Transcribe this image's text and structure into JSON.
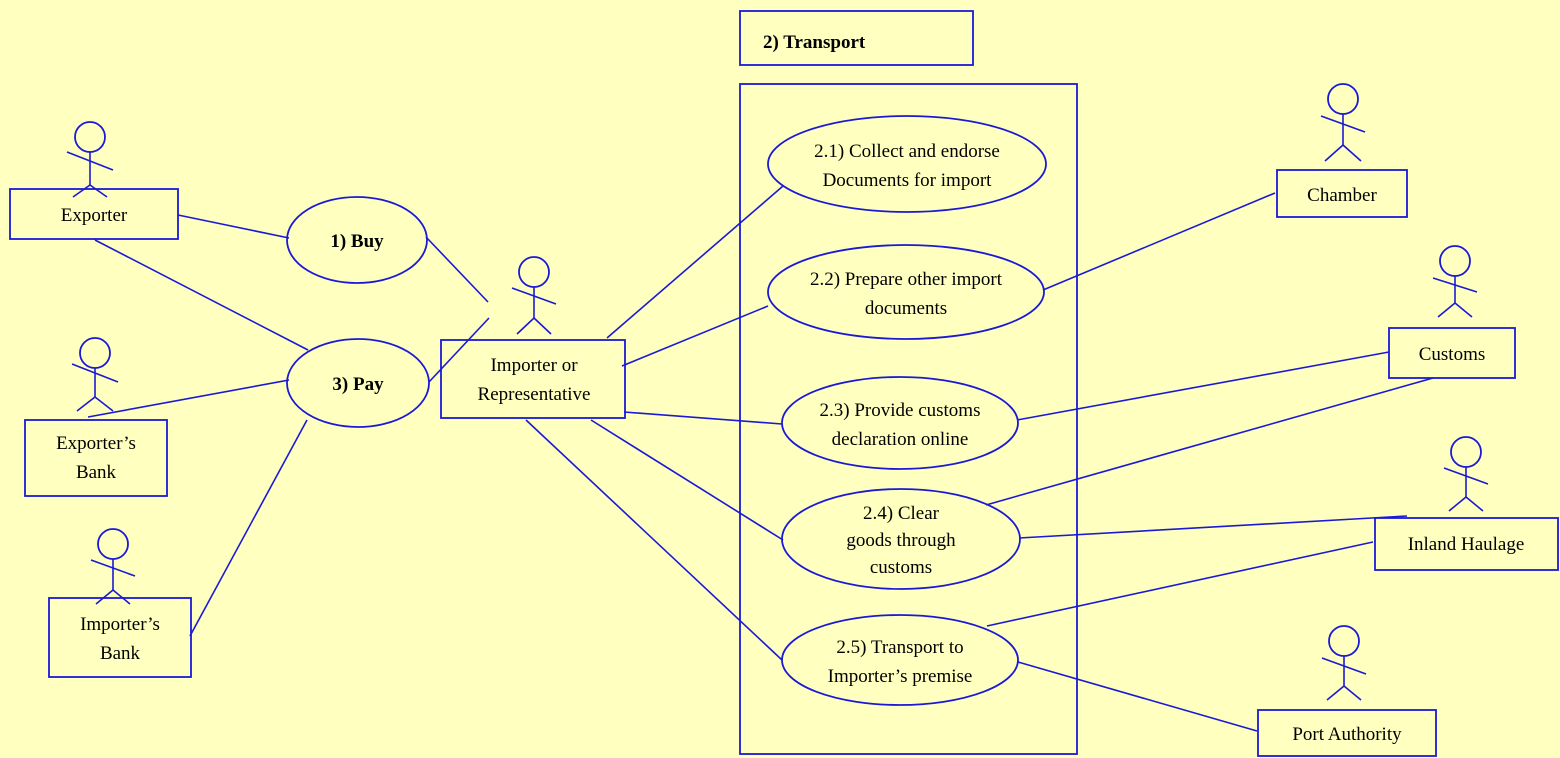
{
  "colors": {
    "background": "#ffffc0",
    "stroke": "#1a1ad6",
    "text": "#000000"
  },
  "system_boundary": {
    "title": "2) Transport"
  },
  "actors": {
    "exporter": "Exporter",
    "exporters_bank": [
      "Exporter’s",
      "Bank"
    ],
    "importers_bank": [
      "Importer’s",
      "Bank"
    ],
    "importer": [
      "Importer  or",
      "Representative"
    ],
    "chamber": "Chamber",
    "customs": "Customs",
    "inland_haulage": "Inland Haulage",
    "port_authority": "Port Authority"
  },
  "use_cases": {
    "buy": "1) Buy",
    "pay": "3) Pay",
    "uc21": [
      "2.1) Collect and endorse",
      "Documents for import"
    ],
    "uc22": [
      "2.2) Prepare other import",
      "documents"
    ],
    "uc23": [
      "2.3) Provide customs",
      "declaration online"
    ],
    "uc24": [
      "2.4) Clear",
      "goods through",
      "customs"
    ],
    "uc25": [
      "2.5) Transport to",
      "Importer’s premise"
    ]
  }
}
